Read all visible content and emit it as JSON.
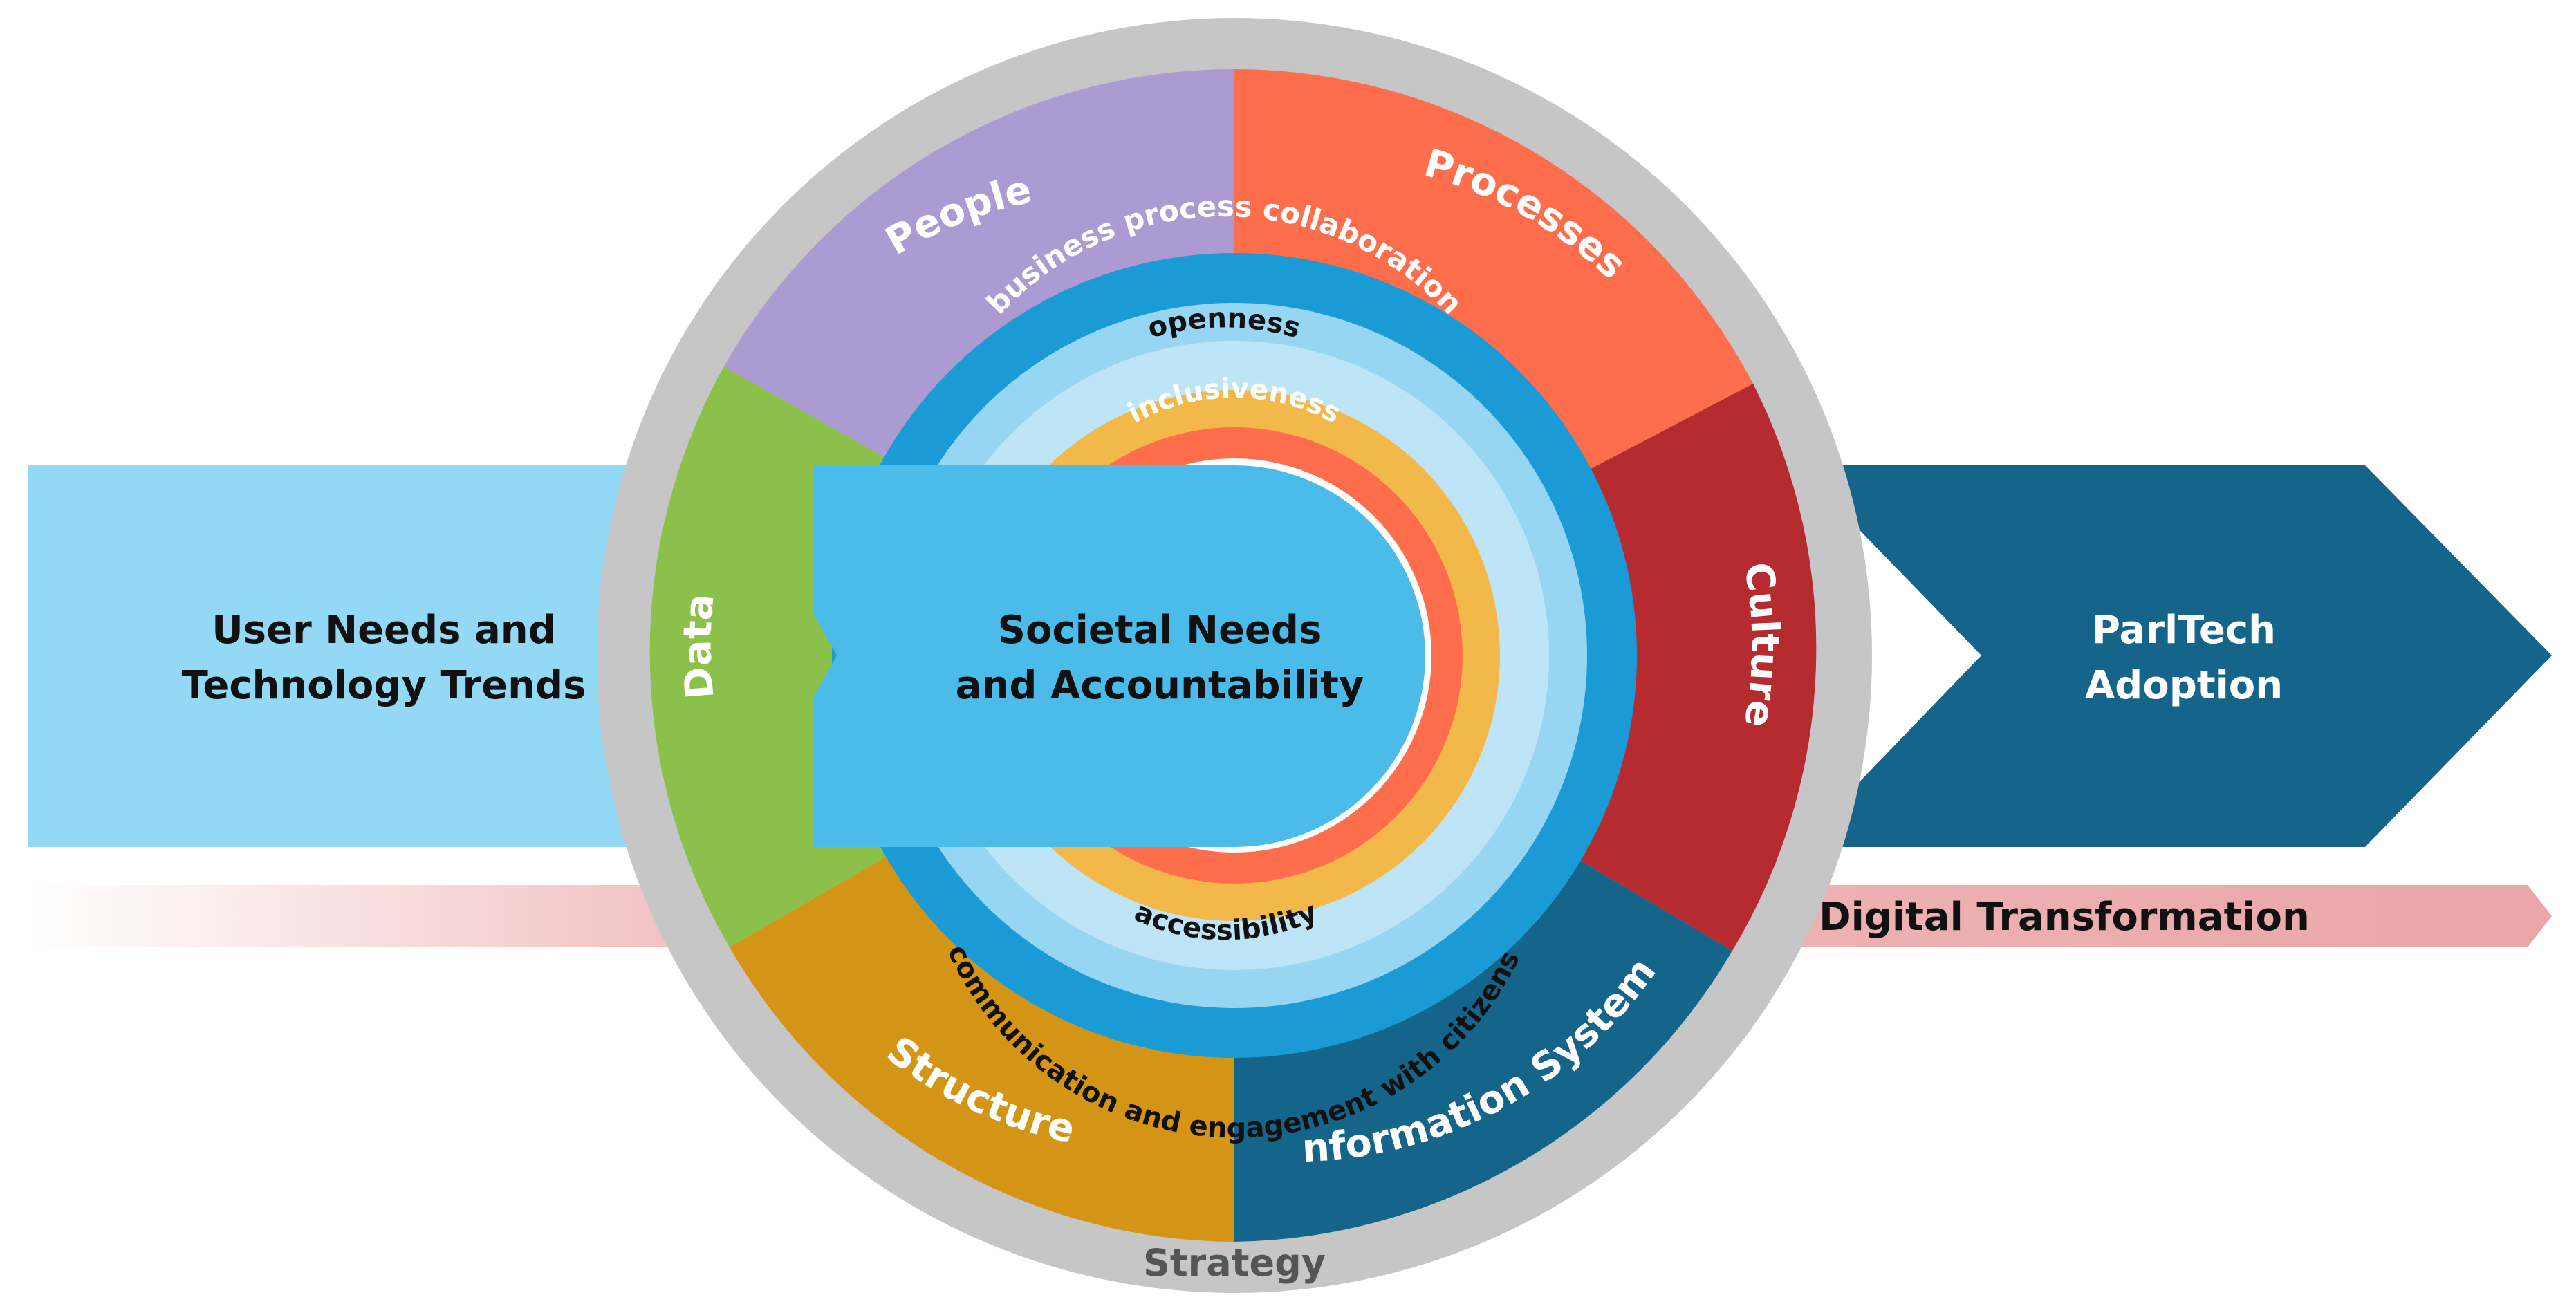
{
  "left_arrow": {
    "line1": "User Needs and",
    "line2": "Technology Trends"
  },
  "center": {
    "line1": "Societal Needs",
    "line2": "and Accountability"
  },
  "right_arrow": {
    "line1": "ParlTech",
    "line2": "Adoption"
  },
  "transformation_bar": {
    "label": "Digital Transformation"
  },
  "outer_ring": {
    "label": "Strategy"
  },
  "segments": {
    "people": "People",
    "processes": "Processes",
    "culture": "Culture",
    "information_systems": "Information Systems",
    "structure": "Structure",
    "data": "Data"
  },
  "inner_rings": {
    "business_process": "business process collaboration",
    "openness": "openness",
    "inclusiveness": "inclusiveness",
    "accessibility": "accessibility",
    "communication": "communication and engagement with citizens"
  },
  "colors": {
    "light_blue_arrow": "#93D8F4",
    "center_arrow": "#4BBCEA",
    "dark_blue": "#146589",
    "outer_gray": "#C6C6C6",
    "people": "#AB9BD2",
    "processes": "#FF6E4C",
    "culture": "#B52B30",
    "information_systems": "#146589",
    "structure": "#D49517",
    "data": "#8BC04A",
    "ring_blue": "#1A9BD6",
    "ring_light": "#96D6F2",
    "ring_lighter": "#BDE5F7",
    "ring_orange": "#F2B84A",
    "ring_red": "#FF6E4C",
    "pink_bar": "#EAA6A8"
  }
}
